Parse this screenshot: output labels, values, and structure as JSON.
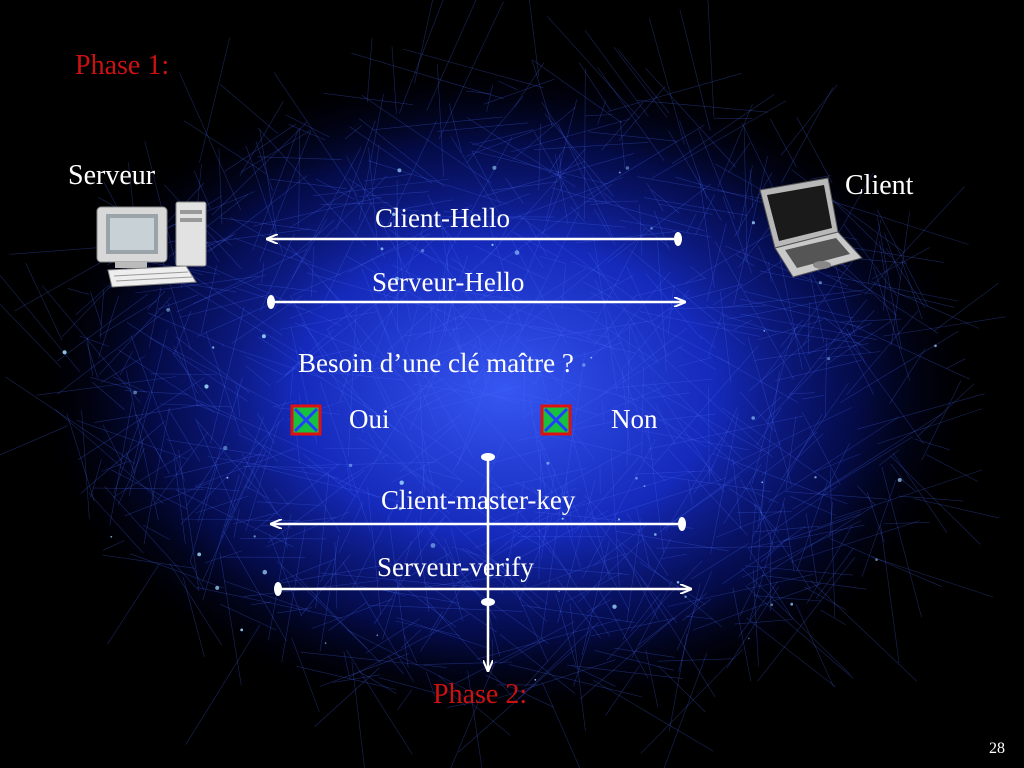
{
  "phase1_title": "Phase 1:",
  "phase2_title": "Phase 2:",
  "server_label": "Serveur",
  "client_label": "Client",
  "messages": {
    "client_hello": "Client-Hello",
    "serveur_hello": "Serveur-Hello",
    "client_master_key": "Client-master-key",
    "serveur_verify": "Serveur-verify"
  },
  "question": "Besoin d’une clé maître ?",
  "option_yes": "Oui",
  "option_no": "Non",
  "page_number": "28",
  "colors": {
    "title_red": "#cc1111",
    "background": "#000000",
    "network_blue": "#1a3cff",
    "arrow_white": "#ffffff",
    "checkbox_red": "#e01010",
    "checkbox_green": "#18c040",
    "checkbox_blue": "#2040ff"
  },
  "icons": {
    "server": "desktop-computer-icon",
    "client": "laptop-icon",
    "checkbox": "checked-box-icon"
  }
}
